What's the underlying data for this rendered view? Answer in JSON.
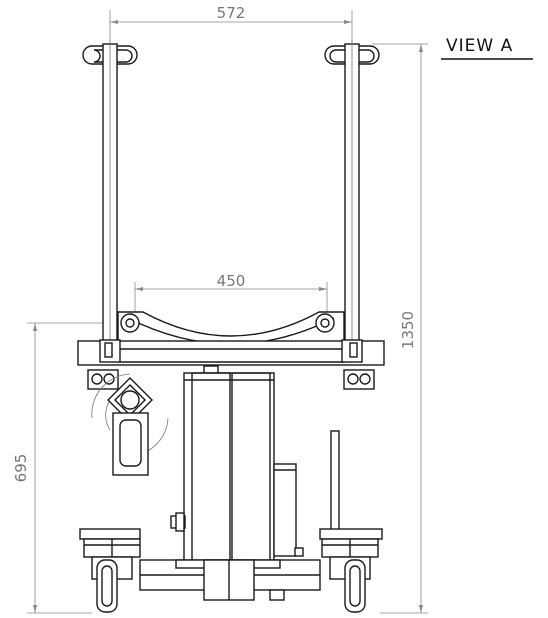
{
  "view_title": "VIEW A",
  "dimensions": {
    "top_width": "572",
    "cradle_width": "450",
    "overall_height": "1350",
    "lower_height": "695"
  }
}
